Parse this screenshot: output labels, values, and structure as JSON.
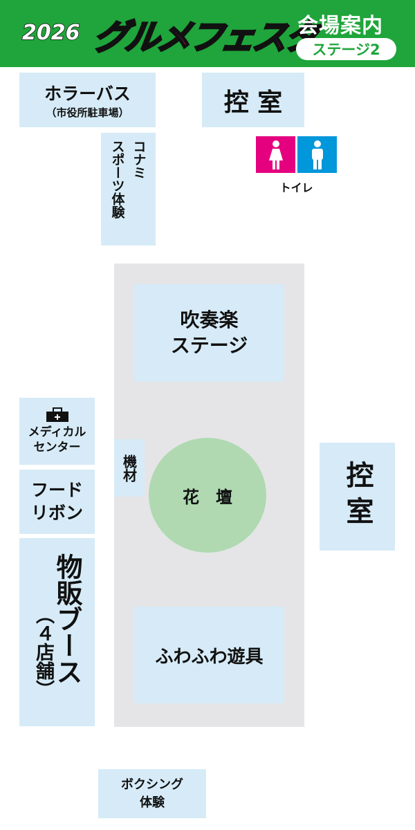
{
  "header": {
    "year": "2026",
    "logo": "グルメフェスタ",
    "title": "会場案内",
    "stage_badge": "ステージ2"
  },
  "colors": {
    "header": "#1fa53b",
    "booth": "#d6ebf7",
    "plaza": "#e5e5e7",
    "flowerbed": "#b0d9b1",
    "logo": "#e6196f",
    "women": "#e4007f",
    "men": "#0097db"
  },
  "map": {
    "horror_bus": {
      "name": "ホラーバス",
      "sub": "（市役所駐車場）"
    },
    "waiting_room_top": "控 室",
    "toilet": "トイレ",
    "konami": {
      "line1": "コナミ",
      "line2": "スポーツ体験"
    },
    "brass_band": {
      "line1": "吹奏楽",
      "line2": "ステージ"
    },
    "medical": {
      "line1": "メディカル",
      "line2": "センター"
    },
    "equipment": "機材",
    "flowerbed": "花　壇",
    "waiting_room_right": "控室",
    "food_ribbon": {
      "line1": "フード",
      "line2": "リボン"
    },
    "merch": {
      "main": "物販ブース",
      "sub": "（４店舗）"
    },
    "bouncy": "ふわふわ遊具",
    "boxing": {
      "line1": "ボクシング",
      "line2": "体験"
    }
  }
}
